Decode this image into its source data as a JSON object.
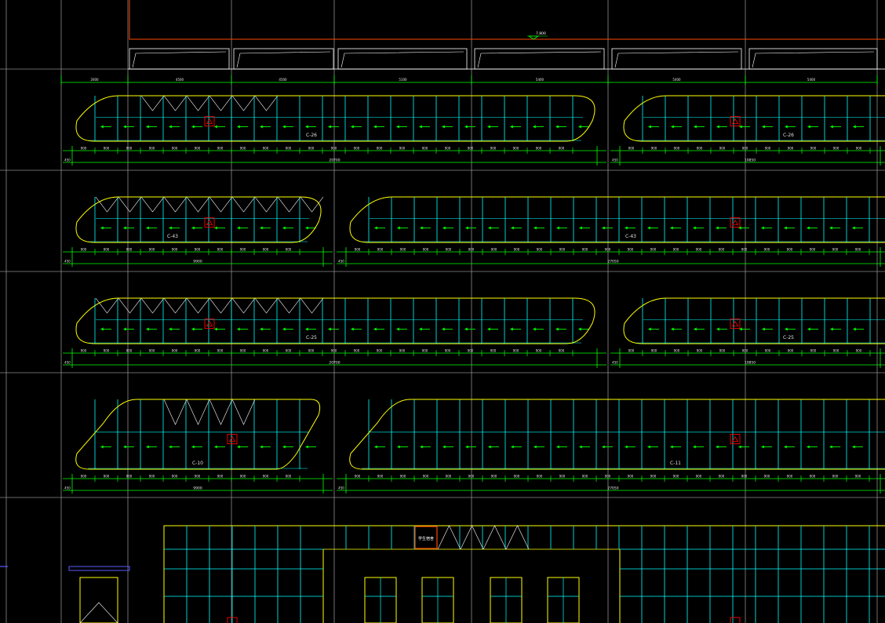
{
  "drawing": {
    "level_mark": "7.800",
    "entrance_label": "学生宿舍",
    "colors": {
      "background": "#000000",
      "wall": "#ff4800",
      "axis": "#8c8c8c",
      "dimension": "#00ff00",
      "mullion": "#00ffff",
      "outline": "#ffff00",
      "fill": "#00ff00",
      "white": "#ffffff",
      "symbol": "#ff0000",
      "canopy": "#5a5aff"
    },
    "top_dimensions": [
      "2600",
      "4500",
      "4500",
      "5100",
      "5400",
      "5400",
      "5400"
    ],
    "rows": [
      {
        "tick": "900",
        "end": "450",
        "panels": [
          {
            "tag": "C-26",
            "total": "20700"
          },
          {
            "tag": "C-26",
            "total": "10850"
          }
        ]
      },
      {
        "tick": "900",
        "end": "450",
        "panels": [
          {
            "tag": "C-43",
            "total": "9900"
          },
          {
            "tag": "C-43",
            "total": "27050"
          }
        ]
      },
      {
        "tick": "900",
        "end": "450",
        "panels": [
          {
            "tag": "C-25",
            "total": "20700"
          },
          {
            "tag": "C-25",
            "total": "10850"
          }
        ]
      },
      {
        "tick": "900",
        "end": "450",
        "panels": [
          {
            "tag": "C-10",
            "total": "9900"
          },
          {
            "tag": "C-11",
            "total": "27050"
          }
        ]
      }
    ]
  }
}
